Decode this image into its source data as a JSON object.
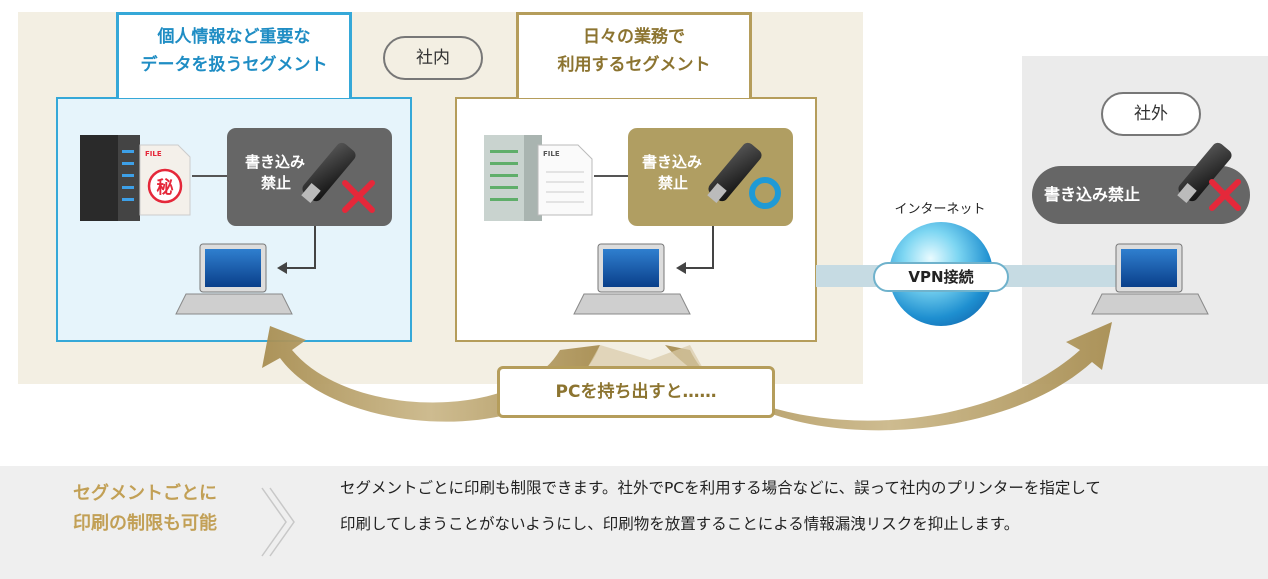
{
  "zones": {
    "internal_label": "社内",
    "external_label": "社外"
  },
  "segment_a": {
    "title_line1": "個人情報など重要な",
    "title_line2": "データを扱うセグメント",
    "file_tag": "FILE",
    "seal_char": "秘",
    "write_line1": "書き込み",
    "write_line2": "禁止",
    "status": "blocked"
  },
  "segment_b": {
    "title_line1": "日々の業務で",
    "title_line2": "利用するセグメント",
    "file_tag": "FILE",
    "write_line1": "書き込み",
    "write_line2": "禁止",
    "status": "allowed"
  },
  "external": {
    "write_label": "書き込み禁止",
    "status": "blocked"
  },
  "network": {
    "internet_label": "インターネット",
    "vpn_label": "VPN接続"
  },
  "callout": {
    "text": "PCを持ち出すと……"
  },
  "note": {
    "heading_line1": "セグメントごとに",
    "heading_line2": "印刷の制限も可能",
    "body_line1": "セグメントごとに印刷も制限できます。社外でPCを利用する場合などに、誤って社内のプリンターを指定して",
    "body_line2": "印刷してしまうことがないようにし、印刷物を放置することによる情報漏洩リスクを抑止します。"
  },
  "colors": {
    "accent_blue": "#35a8d8",
    "accent_gold": "#b59d5b",
    "deny_red": "#e5283a",
    "allow_blue": "#1f9ad6"
  },
  "icons": [
    "server-icon",
    "file-icon",
    "usb-drive-icon",
    "deny-x-icon",
    "allow-circle-icon",
    "laptop-icon",
    "globe-icon",
    "arrow-icon",
    "chevron-icon"
  ]
}
